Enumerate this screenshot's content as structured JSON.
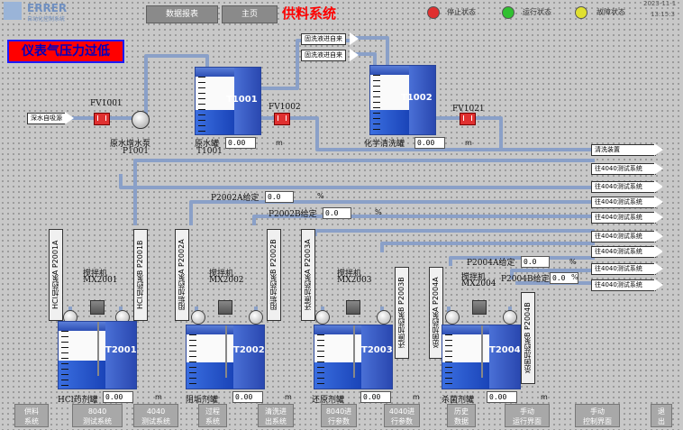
{
  "header": {
    "logo_text": "ERRER",
    "logo_subtext": "自动化控制系统",
    "btn_home": "数据报表",
    "btn_main": "主页",
    "title": "供料系统",
    "status": [
      {
        "label": "停止状态",
        "color": "#e03030"
      },
      {
        "label": "运行状态",
        "color": "#30c030"
      },
      {
        "label": "故障状态",
        "color": "#e0e030"
      }
    ],
    "date": "2023-11-1",
    "time": "13:15:3"
  },
  "alarm_text": "仪表气压力过低",
  "sources": {
    "deep_water": "深水自吸源",
    "chem_clean_1": "固洗液进自来",
    "chem_clean_2": "固洗液进自来"
  },
  "valves": {
    "fv1001": "FV1001",
    "fv1002": "FV1002",
    "fv1021": "FV1021"
  },
  "pump_p1001": {
    "label": "原水增水泵",
    "tag": "P1001"
  },
  "tanks": {
    "t1001": {
      "name": "T1001",
      "label": "原水罐",
      "tag": "T1001",
      "value": "0.00",
      "unit": "m"
    },
    "t1002": {
      "name": "T1002",
      "label": "化学清洗罐",
      "value": "0.00",
      "unit": "m"
    },
    "t2001": {
      "name": "T2001",
      "label": "HCl药剂罐",
      "value": "0.00",
      "unit": "m",
      "mixer": "搅拌机",
      "mixer_tag": "MX2001"
    },
    "t2002": {
      "name": "T2002",
      "label": "阻垢剂罐",
      "value": "0.00",
      "unit": "m",
      "mixer": "搅拌机",
      "mixer_tag": "MX2002"
    },
    "t2003": {
      "name": "T2003",
      "label": "还原剂罐",
      "value": "0.00",
      "unit": "m",
      "mixer": "搅拌机",
      "mixer_tag": "MX2003"
    },
    "t2004": {
      "name": "T2004",
      "label": "杀菌剂罐",
      "value": "0.00",
      "unit": "m",
      "mixer": "搅拌机",
      "mixer_tag": "MX2004"
    }
  },
  "setpoints": {
    "p2002a": {
      "label": "P2002A给定",
      "value": "0.0",
      "unit": "%"
    },
    "p2002b": {
      "label": "P2002B给定",
      "value": "0.0",
      "unit": "%"
    },
    "p2004a": {
      "label": "P2004A给定",
      "value": "0.0",
      "unit": "%"
    },
    "p2004b": {
      "label": "P2004B给定",
      "value": "0.0",
      "unit": "%"
    }
  },
  "dosing_pumps": {
    "p2001a": "HCl加药泵A P2001A",
    "p2001b": "HCl加药泵B P2001B",
    "p2002a": "阻垢加药泵A P2002A",
    "p2002b": "阻垢加药泵B P2002B",
    "p2003a": "还原加药泵A P2003A",
    "p2003b": "还原加药泵B P2003B",
    "p2004a": "杀菌加药泵A P2004A",
    "p2004b": "杀菌加药泵B P2004B"
  },
  "destinations": [
    "清洗装置",
    "往4040测试系统",
    "往4040测试系统",
    "往4040测试系统",
    "往4040测试系统",
    "往4040测试系统",
    "往4040测试系统",
    "往4040测试系统",
    "往4040测试系统"
  ],
  "bottom_nav": [
    {
      "line1": "供料",
      "line2": "系统"
    },
    {
      "line1": "8040",
      "line2": "测试系统"
    },
    {
      "line1": "4040",
      "line2": "测试系统"
    },
    {
      "line1": "过程",
      "line2": "系统"
    },
    {
      "line1": "清洗进",
      "line2": "出系统"
    },
    {
      "line1": "8040进",
      "line2": "行参数"
    },
    {
      "line1": "4040进",
      "line2": "行参数"
    },
    {
      "line1": "历史",
      "line2": "数据"
    },
    {
      "line1": "手动",
      "line2": "运行界面"
    },
    {
      "line1": "手动",
      "line2": "控制界面"
    },
    {
      "line1": "退",
      "line2": "出"
    }
  ]
}
